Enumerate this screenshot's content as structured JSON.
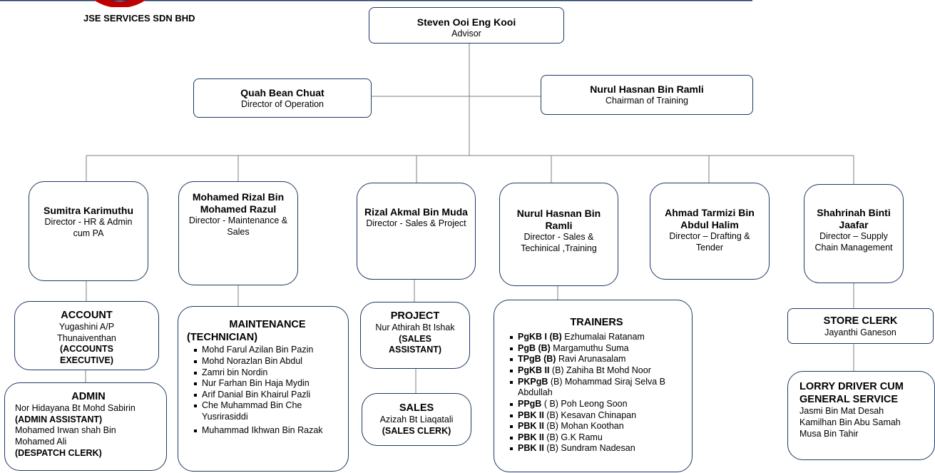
{
  "company": "JSE SERVICES SDN BHD",
  "colors": {
    "box_border": "#1f3864",
    "line": "#7f7f7f",
    "logo_red": "#c00000"
  },
  "advisor": {
    "name": "Steven Ooi Eng Kooi",
    "title": "Advisor"
  },
  "operation": {
    "name": "Quah Bean Chuat",
    "title": "Director of Operation"
  },
  "training_chair": {
    "name": "Nurul Hasnan Bin Ramli",
    "title": "Chairman of Training"
  },
  "directors": [
    {
      "name": "Sumitra Karimuthu",
      "title": "Director - HR & Admin cum PA"
    },
    {
      "name": "Mohamed Rizal Bin Mohamed Razul",
      "title": "Director - Maintenance & Sales"
    },
    {
      "name": "Rizal Akmal Bin Muda",
      "title": "Director - Sales & Project"
    },
    {
      "name": "Nurul Hasnan Bin Ramli",
      "title": "Director - Sales & Techinical ,Training"
    },
    {
      "name": "Ahmad Tarmizi Bin Abdul Halim",
      "title": "Director – Drafting & Tender"
    },
    {
      "name": "Shahrinah Binti Jaafar",
      "title": "Director – Supply Chain Management"
    }
  ],
  "account": {
    "heading": "ACCOUNT",
    "person": "Yugashini A/P Thunaiventhan",
    "role": "(ACCOUNTS EXECUTIVE)"
  },
  "admin": {
    "heading": "ADMIN",
    "person1": "Nor Hidayana Bt Mohd Sabirin",
    "role1": "(ADMIN ASSISTANT)",
    "person2": "Mohamed Irwan shah Bin Mohamed Ali",
    "role2": "(DESPATCH CLERK)"
  },
  "maintenance": {
    "heading1": "MAINTENANCE",
    "heading2": "(TECHNICIAN)",
    "members": [
      "Mohd Farul Azilan Bin Pazin",
      "Mohd Norazlan Bin Abdul",
      "Zamri bin Nordin",
      " Nur Farhan Bin Haja Mydin",
      "Arif Danial Bin Khairul Pazli",
      "Che Muhammad Bin Che Yusrirasiddi",
      "Muhammad Ikhwan Bin Razak"
    ]
  },
  "project": {
    "heading": "PROJECT",
    "person": "Nur Athirah Bt Ishak",
    "role": "(SALES ASSISTANT)"
  },
  "sales": {
    "heading": "SALES",
    "person": "Azizah Bt Liaqatali",
    "role": "(SALES CLERK)"
  },
  "trainers": {
    "heading": "TRAINERS",
    "members": [
      {
        "grade": "PgKB I (B)",
        "name": " Ezhumalai Ratanam"
      },
      {
        "grade": "PgB (B)",
        "name": " Margamuthu Suma"
      },
      {
        "grade": "TPgB (B)",
        "name": " Ravi Arunasalam"
      },
      {
        "grade": "PgKB II",
        "name": " (B) Zahiha Bt Mohd Noor"
      },
      {
        "grade": "PKPgB",
        "name": " (B) Mohammad Siraj Selva B Abdullah"
      },
      {
        "grade": "PPgB",
        "name": " ( B) Poh Leong Soon"
      },
      {
        "grade": "PBK II",
        "name": " (B) Kesavan Chinapan"
      },
      {
        "grade": "PBK II",
        "name": " (B) Mohan Koothan"
      },
      {
        "grade": "PBK II",
        "name": " (B) G.K Ramu"
      },
      {
        "grade": "PBK II",
        "name": " (B) Sundram Nadesan"
      }
    ]
  },
  "store": {
    "heading": "STORE CLERK",
    "person": "Jayanthi Ganeson"
  },
  "lorry": {
    "heading": "LORRY DRIVER CUM GENERAL SERVICE",
    "members": [
      "Jasmi Bin Mat Desah",
      "Kamilhan Bin Abu Samah",
      "Musa Bin Tahir"
    ]
  }
}
